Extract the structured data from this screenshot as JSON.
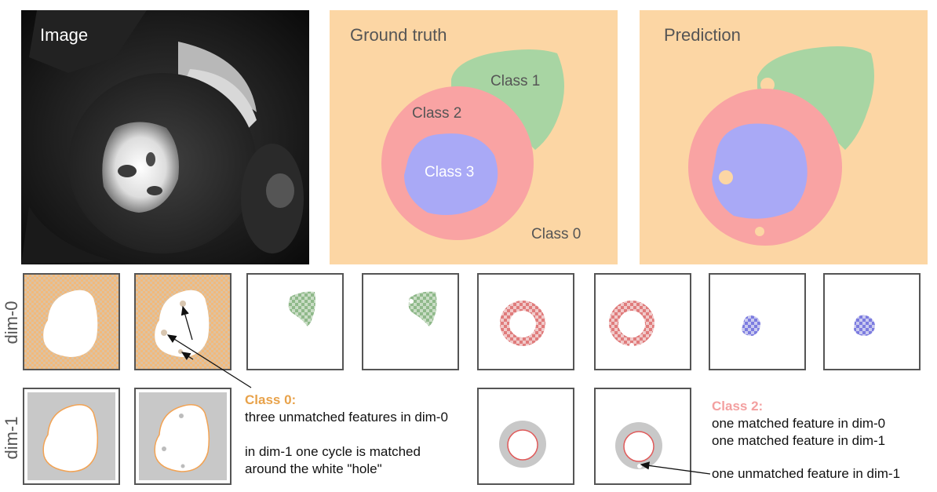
{
  "panels": {
    "image_title": "Image",
    "ground_truth_title": "Ground truth",
    "prediction_title": "Prediction"
  },
  "classes": {
    "class0": "Class 0",
    "class1": "Class 1",
    "class2": "Class 2",
    "class3": "Class 3"
  },
  "rows": {
    "dim0": "dim-0",
    "dim1": "dim-1"
  },
  "notes": {
    "class0_head": "Class 0:",
    "class0_line1": "three unmatched features in dim-0",
    "class0_line2": "in dim-1 one cycle is matched",
    "class0_line3": "around the white \"hole\"",
    "class2_head": "Class 2:",
    "class2_line1": "one matched feature in dim-0",
    "class2_line2": "one matched feature in dim-1",
    "class2_line3": "one unmatched feature in dim-1"
  },
  "colors": {
    "class0": "#fcd6a4",
    "class1": "#a8d5a3",
    "class2": "#f9a3a3",
    "class3": "#a9a9f6",
    "class0_note": "#e8a24a",
    "class2_note": "#f3a0a0",
    "frame": "#555555",
    "gray_fill": "#c8c8c8"
  }
}
